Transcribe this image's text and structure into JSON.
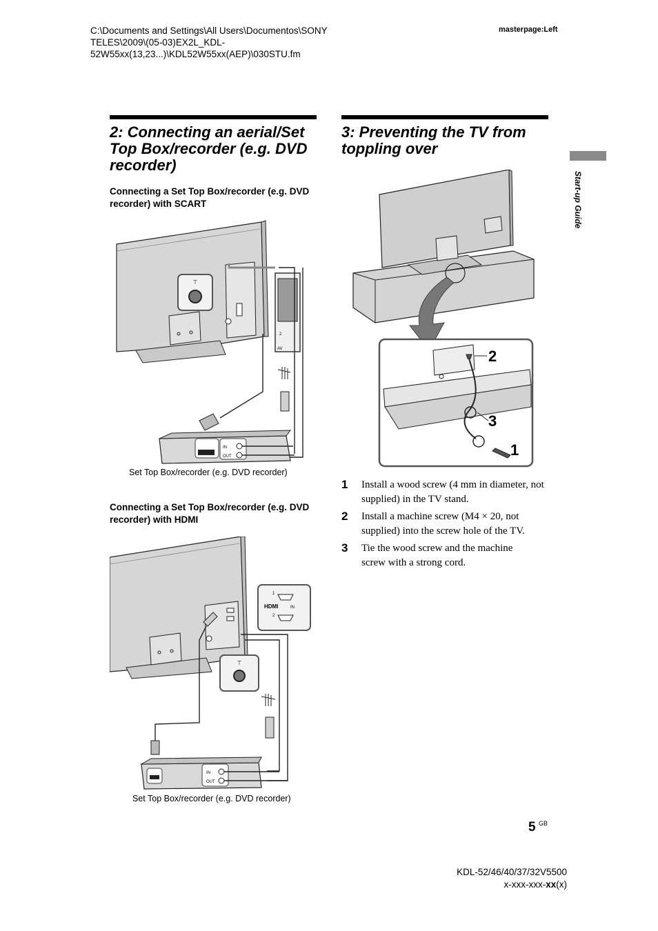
{
  "header": {
    "path_lines": [
      "C:\\Documents and Settings\\All Users\\Documentos\\SONY",
      "TELES\\2009\\(05-03)EX2L_KDL-",
      "52W55xx(13,23...)\\KDL52W55xx(AEP)\\030STU.fm"
    ],
    "masterpage": "masterpage:Left"
  },
  "side_tab": {
    "label": "Start-up Guide"
  },
  "section2": {
    "title": "2: Connecting an aerial/Set Top Box/recorder (e.g. DVD recorder)",
    "scart": {
      "heading": "Connecting a Set Top Box/recorder (e.g. DVD recorder) with SCART",
      "caption": "Set Top Box/recorder (e.g. DVD recorder)",
      "labels": {
        "in": "IN",
        "out": "OUT",
        "port": "2",
        "av": "AV"
      }
    },
    "hdmi": {
      "heading": "Connecting a Set Top Box/recorder (e.g. DVD recorder) with HDMI",
      "caption": "Set Top Box/recorder (e.g. DVD recorder)",
      "labels": {
        "in": "IN",
        "out": "OUT",
        "hdmi_logo": "HDMI",
        "hdmi_in": "IN",
        "port1": "1",
        "port2": "2"
      }
    }
  },
  "section3": {
    "title": "3: Preventing the TV from toppling over",
    "callouts": [
      "2",
      "3",
      "1"
    ],
    "steps": [
      {
        "num": "1",
        "text": "Install a wood screw (4 mm in diameter, not supplied) in the TV stand."
      },
      {
        "num": "2",
        "text": "Install a machine screw (M4 × 20, not supplied) into the screw hole of the TV."
      },
      {
        "num": "3",
        "text": "Tie the wood screw and the machine screw with a strong cord."
      }
    ]
  },
  "footer": {
    "page_number": "5",
    "page_suffix": "GB",
    "model": "KDL-52/46/40/37/32V5500",
    "code_prefix": "x-xxx-xxx-",
    "code_bold": "xx",
    "code_suffix": "(x)"
  }
}
